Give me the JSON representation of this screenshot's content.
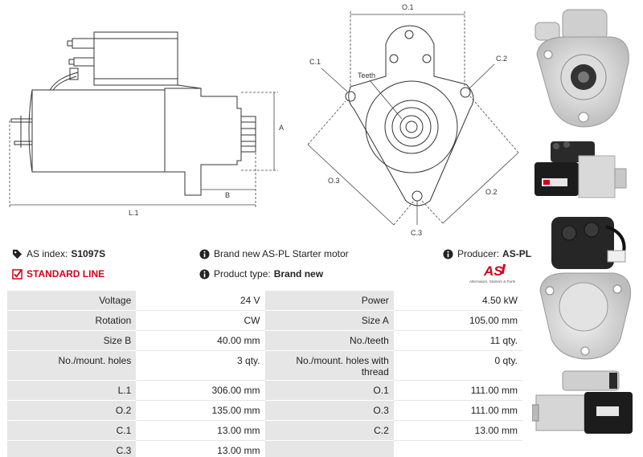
{
  "drawing": {
    "side_labels": {
      "a": "A",
      "b": "B",
      "l1": "L.1"
    },
    "front_labels": {
      "o1": "O.1",
      "o2": "O.2",
      "o3": "O.3",
      "c1": "C.1",
      "c2": "C.2",
      "c3": "C.3",
      "teeth": "Teeth"
    }
  },
  "info": {
    "as_index_label": "AS index:",
    "as_index_value": "S1097S",
    "standard_line": "STANDARD LINE",
    "description": "Brand new AS-PL Starter motor",
    "product_type_label": "Product type:",
    "product_type_value": "Brand new",
    "producer_label": "Producer:",
    "producer_value": "AS-PL"
  },
  "logo": {
    "text": "AS",
    "subtext": "Alternators, Starters & Parts"
  },
  "specs": [
    {
      "k1": "Voltage",
      "v1": "24 V",
      "k2": "Power",
      "v2": "4.50 kW",
      "tall": false
    },
    {
      "k1": "Rotation",
      "v1": "CW",
      "k2": "Size A",
      "v2": "105.00 mm",
      "tall": false
    },
    {
      "k1": "Size B",
      "v1": "40.00 mm",
      "k2": "No./teeth",
      "v2": "11 qty.",
      "tall": false
    },
    {
      "k1": "No./mount. holes",
      "v1": "3 qty.",
      "k2": "No./mount. holes with thread",
      "v2": "0 qty.",
      "tall": true
    },
    {
      "k1": "L.1",
      "v1": "306.00 mm",
      "k2": "O.1",
      "v2": "111.00 mm",
      "tall": false
    },
    {
      "k1": "O.2",
      "v1": "135.00 mm",
      "k2": "O.3",
      "v2": "111.00 mm",
      "tall": false
    },
    {
      "k1": "C.1",
      "v1": "13.00 mm",
      "k2": "C.2",
      "v2": "13.00 mm",
      "tall": false
    },
    {
      "k1": "C.3",
      "v1": "13.00 mm",
      "k2": "",
      "v2": "",
      "tall": false
    }
  ],
  "colors": {
    "accent_red": "#d0021b",
    "table_gray": "#e6e6e6"
  }
}
